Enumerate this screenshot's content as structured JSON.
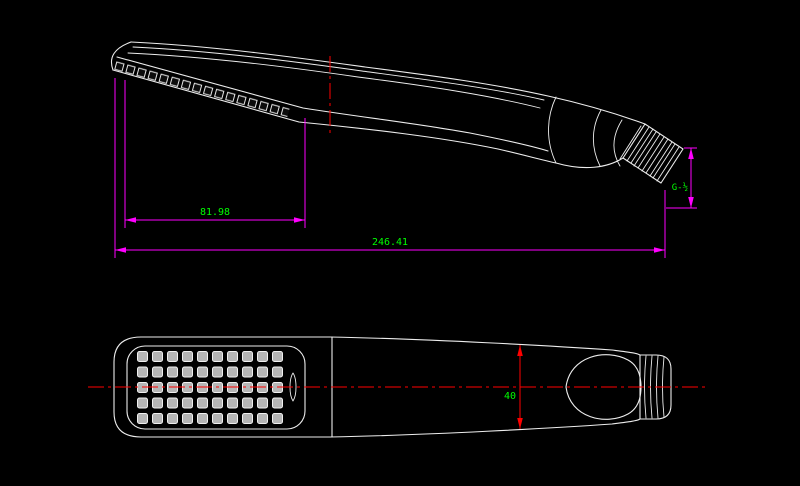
{
  "colors": {
    "background": "#000000",
    "outline": "#ededed",
    "dimension": "#ff00ff",
    "dimension_text": "#00ff00",
    "centerline": "#ff0000"
  },
  "side_view": {
    "dim_face_length": "81.98",
    "dim_total_length": "246.41",
    "thread_label": "G-½"
  },
  "plan_view": {
    "dim_width": "40"
  }
}
